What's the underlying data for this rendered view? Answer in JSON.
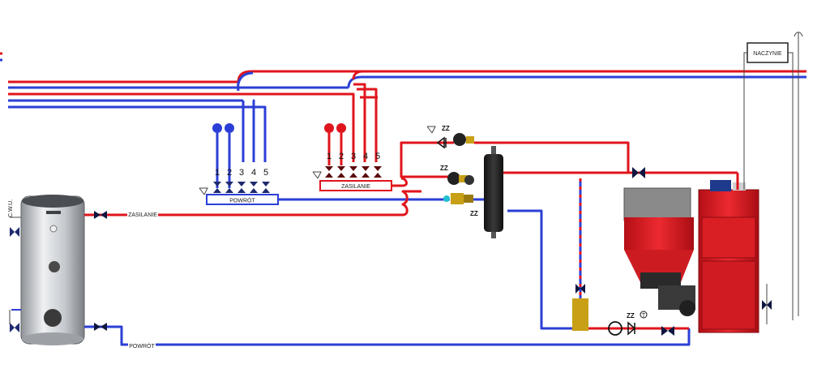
{
  "labels": {
    "naczynie": "NACZYNIE",
    "cwu": "C.W.U.",
    "zasilanie_tank": "ZASILANIE",
    "powrot_tank": "POWRÓT",
    "powrot_manifold": "POWRÓT",
    "zasilanie_manifold": "ZASILANIE",
    "zz1": "ZZ",
    "zz2": "ZZ",
    "zz3": "ZZ",
    "zz4": "ZZ",
    "t": "T"
  },
  "manifold_numbers": [
    "1",
    "2",
    "3",
    "4",
    "5"
  ],
  "colors": {
    "supply": "#e0141c",
    "return": "#2b3fd6",
    "boiler": "#e31b23",
    "tank": "#c9cdd1"
  }
}
